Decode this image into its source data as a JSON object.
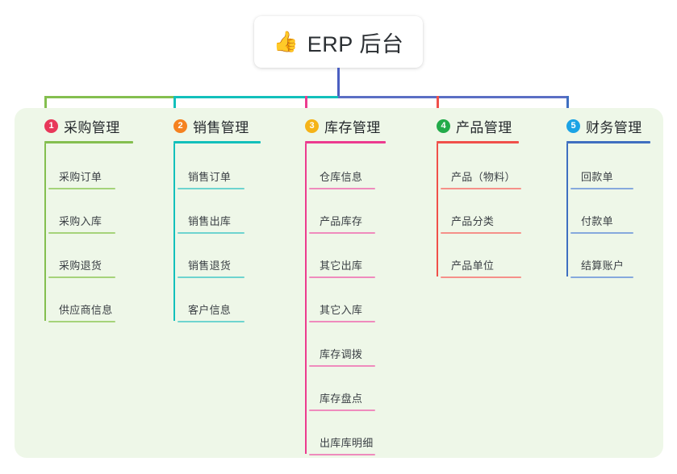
{
  "root": {
    "icon": "thumbs-up-icon",
    "icon_glyph": "👍",
    "label": "ERP 后台"
  },
  "palette": {
    "panel_bg": "#eef7e8",
    "trunk_center": "#5b6fc4",
    "root_line": "#4a5fc1"
  },
  "columns": [
    {
      "number": "1",
      "title": "采购管理",
      "badge_color": "#e8385a",
      "line_color": "#84bf4f",
      "item_line_color": "#a5d37a",
      "items": [
        {
          "label": "采购订单"
        },
        {
          "label": "采购入库"
        },
        {
          "label": "采购退货"
        },
        {
          "label": "供应商信息"
        }
      ]
    },
    {
      "number": "2",
      "title": "销售管理",
      "badge_color": "#f58220",
      "line_color": "#12c0bb",
      "item_line_color": "#6ed4cf",
      "items": [
        {
          "label": "销售订单"
        },
        {
          "label": "销售出库"
        },
        {
          "label": "销售退货"
        },
        {
          "label": "客户信息"
        }
      ]
    },
    {
      "number": "3",
      "title": "库存管理",
      "badge_color": "#f5b318",
      "line_color": "#ec3b8f",
      "item_line_color": "#ef8bbd",
      "items": [
        {
          "label": "仓库信息"
        },
        {
          "label": "产品库存"
        },
        {
          "label": "其它出库"
        },
        {
          "label": "其它入库"
        },
        {
          "label": "库存调拨"
        },
        {
          "label": "库存盘点"
        },
        {
          "label": "出库库明细"
        }
      ]
    },
    {
      "number": "4",
      "title": "产品管理",
      "badge_color": "#23ab4a",
      "line_color": "#f0504a",
      "item_line_color": "#f59089",
      "items": [
        {
          "label": "产品（物料）"
        },
        {
          "label": "产品分类"
        },
        {
          "label": "产品单位"
        }
      ]
    },
    {
      "number": "5",
      "title": "财务管理",
      "badge_color": "#1ba3e5",
      "line_color": "#3f6fc0",
      "item_line_color": "#86a9dd",
      "items": [
        {
          "label": "回款单"
        },
        {
          "label": "付款单"
        },
        {
          "label": "结算账户"
        }
      ]
    }
  ]
}
